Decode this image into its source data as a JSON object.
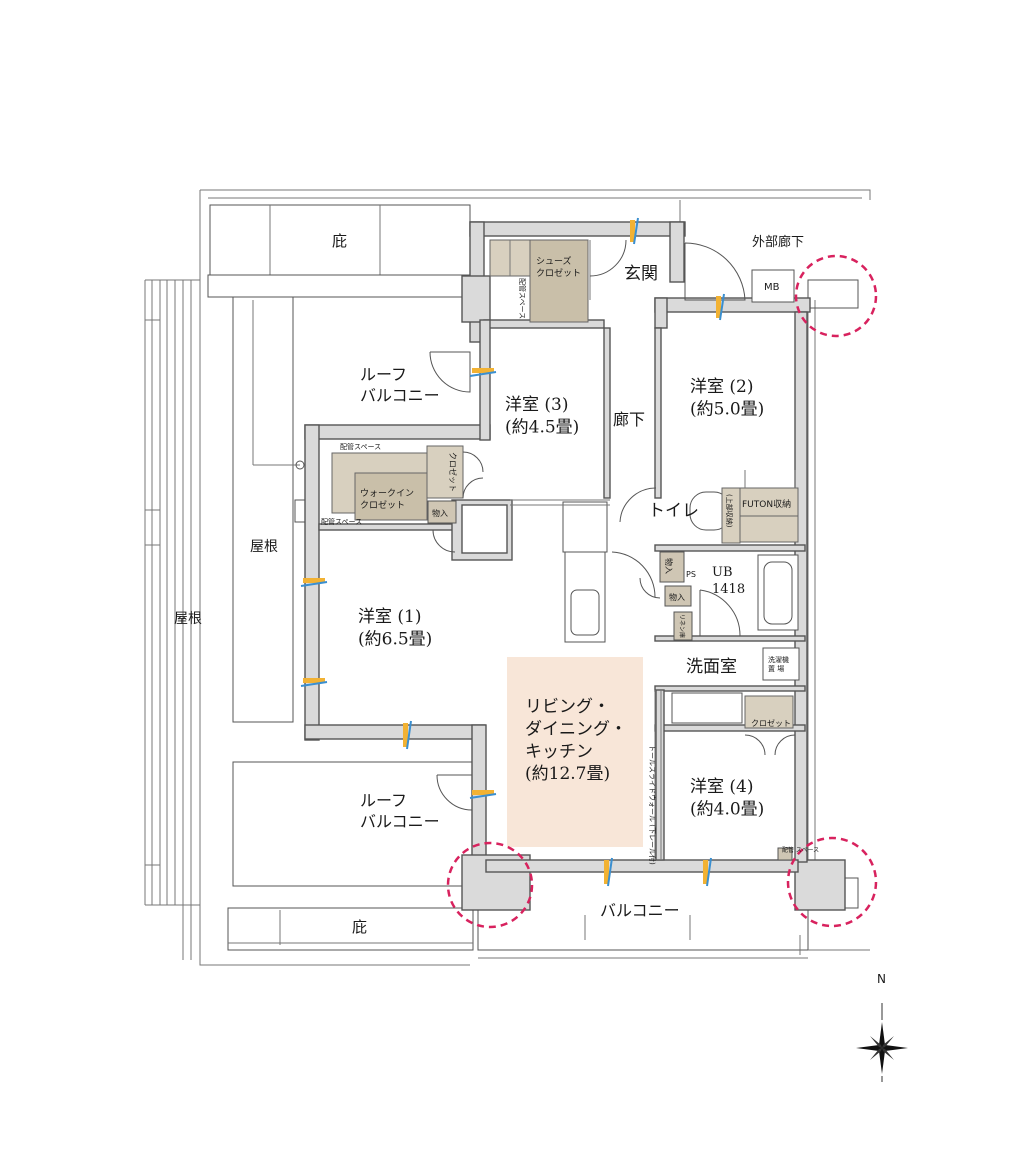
{
  "labels": {
    "eave_top": "庇",
    "eave_bottom": "庇",
    "outer_corridor": "外部廊下",
    "mb": "MB",
    "entrance": "玄関",
    "shoe_closet": "シューズ\nクロゼット",
    "pipe_space_vertical": "配管スペース",
    "roof_balcony_top": "ルーフ\nバルコニー",
    "roof_balcony_bottom": "ルーフ\nバルコニー",
    "room3": "洋室 (3)\n(約4.5畳)",
    "hallway": "廊下",
    "room2": "洋室 (2)\n(約5.0畳)",
    "pipe_space_top": "配管スペース",
    "pipe_space_left": "配管スペース",
    "walk_in_closet": "ウォークイン\nクロゼット",
    "closet_vertical": "クロゼット",
    "storage1": "物入",
    "roof_inner": "屋根",
    "roof_outer": "屋根",
    "toilet": "トイレ",
    "futon_storage": "FUTON収納",
    "upper_storage": "(上部収納)",
    "storage2": "物入",
    "storage3": "物入",
    "ps": "PS",
    "ub": "UB\n1418",
    "linen": "リネン庫",
    "room1": "洋室 (1)\n(約6.5畳)",
    "washroom": "洗面室",
    "washer": "洗濯機\n置 場",
    "closet_room4": "クロゼット",
    "ldk": "リビング・\nダイニング・\nキッチン\n(約12.7畳)",
    "slide_wall": "トールスライドウォール\n(下レール付)",
    "room4": "洋室 (4)\n(約4.0畳)",
    "pipe_space_bottom": "配管\nスペース",
    "balcony": "バルコニー",
    "compass_n": "N"
  },
  "colors": {
    "ldk_fill": "#f8e6d8",
    "closet_fill": "#d8d0bf",
    "highlight": "#d8225e",
    "window_yellow": "#f2b233",
    "window_blue": "#3a8fd0"
  }
}
